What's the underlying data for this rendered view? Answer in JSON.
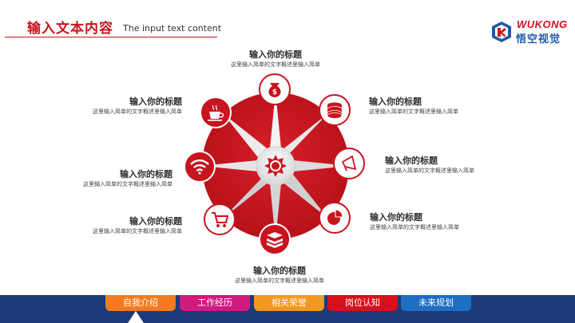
{
  "header": {
    "title": "输入文本内容",
    "subtitle": "The input text content"
  },
  "logo": {
    "en": "WUKONG",
    "cn": "悟空视觉"
  },
  "colors": {
    "accent": "#c8141e",
    "footer": "#1b3a7a"
  },
  "items": [
    {
      "title": "输入你的标题",
      "desc": "这里输入简单的文字概述里输入简单",
      "icon": "money-bag-icon"
    },
    {
      "title": "输入你的标题",
      "desc": "这里输入简单的文字概述里输入简单",
      "icon": "coin-stack-icon"
    },
    {
      "title": "输入你的标题",
      "desc": "这里输入简单的文字概述里输入简单",
      "icon": "megaphone-icon"
    },
    {
      "title": "输入你的标题",
      "desc": "这里输入简单的文字概述里输入简单",
      "icon": "pie-chart-icon"
    },
    {
      "title": "输入你的标题",
      "desc": "这里输入简单的文字概述里输入简单",
      "icon": "layers-icon"
    },
    {
      "title": "输入你的标题",
      "desc": "这里输入简单的文字概述里输入简单",
      "icon": "shopping-cart-icon"
    },
    {
      "title": "输入你的标题",
      "desc": "这里输入简单的文字概述里输入简单",
      "icon": "wifi-icon"
    },
    {
      "title": "输入你的标题",
      "desc": "这里输入简单的文字概述里输入简单",
      "icon": "coffee-cup-icon"
    }
  ],
  "center_icon": "gear-icon",
  "tabs": [
    {
      "label": "自我介绍",
      "color": "#f47a1f"
    },
    {
      "label": "工作经历",
      "color": "#d1197e"
    },
    {
      "label": "相关荣誉",
      "color": "#f39a1e"
    },
    {
      "label": "岗位认知",
      "color": "#d8101c"
    },
    {
      "label": "未来规划",
      "color": "#1e6fc4"
    }
  ]
}
